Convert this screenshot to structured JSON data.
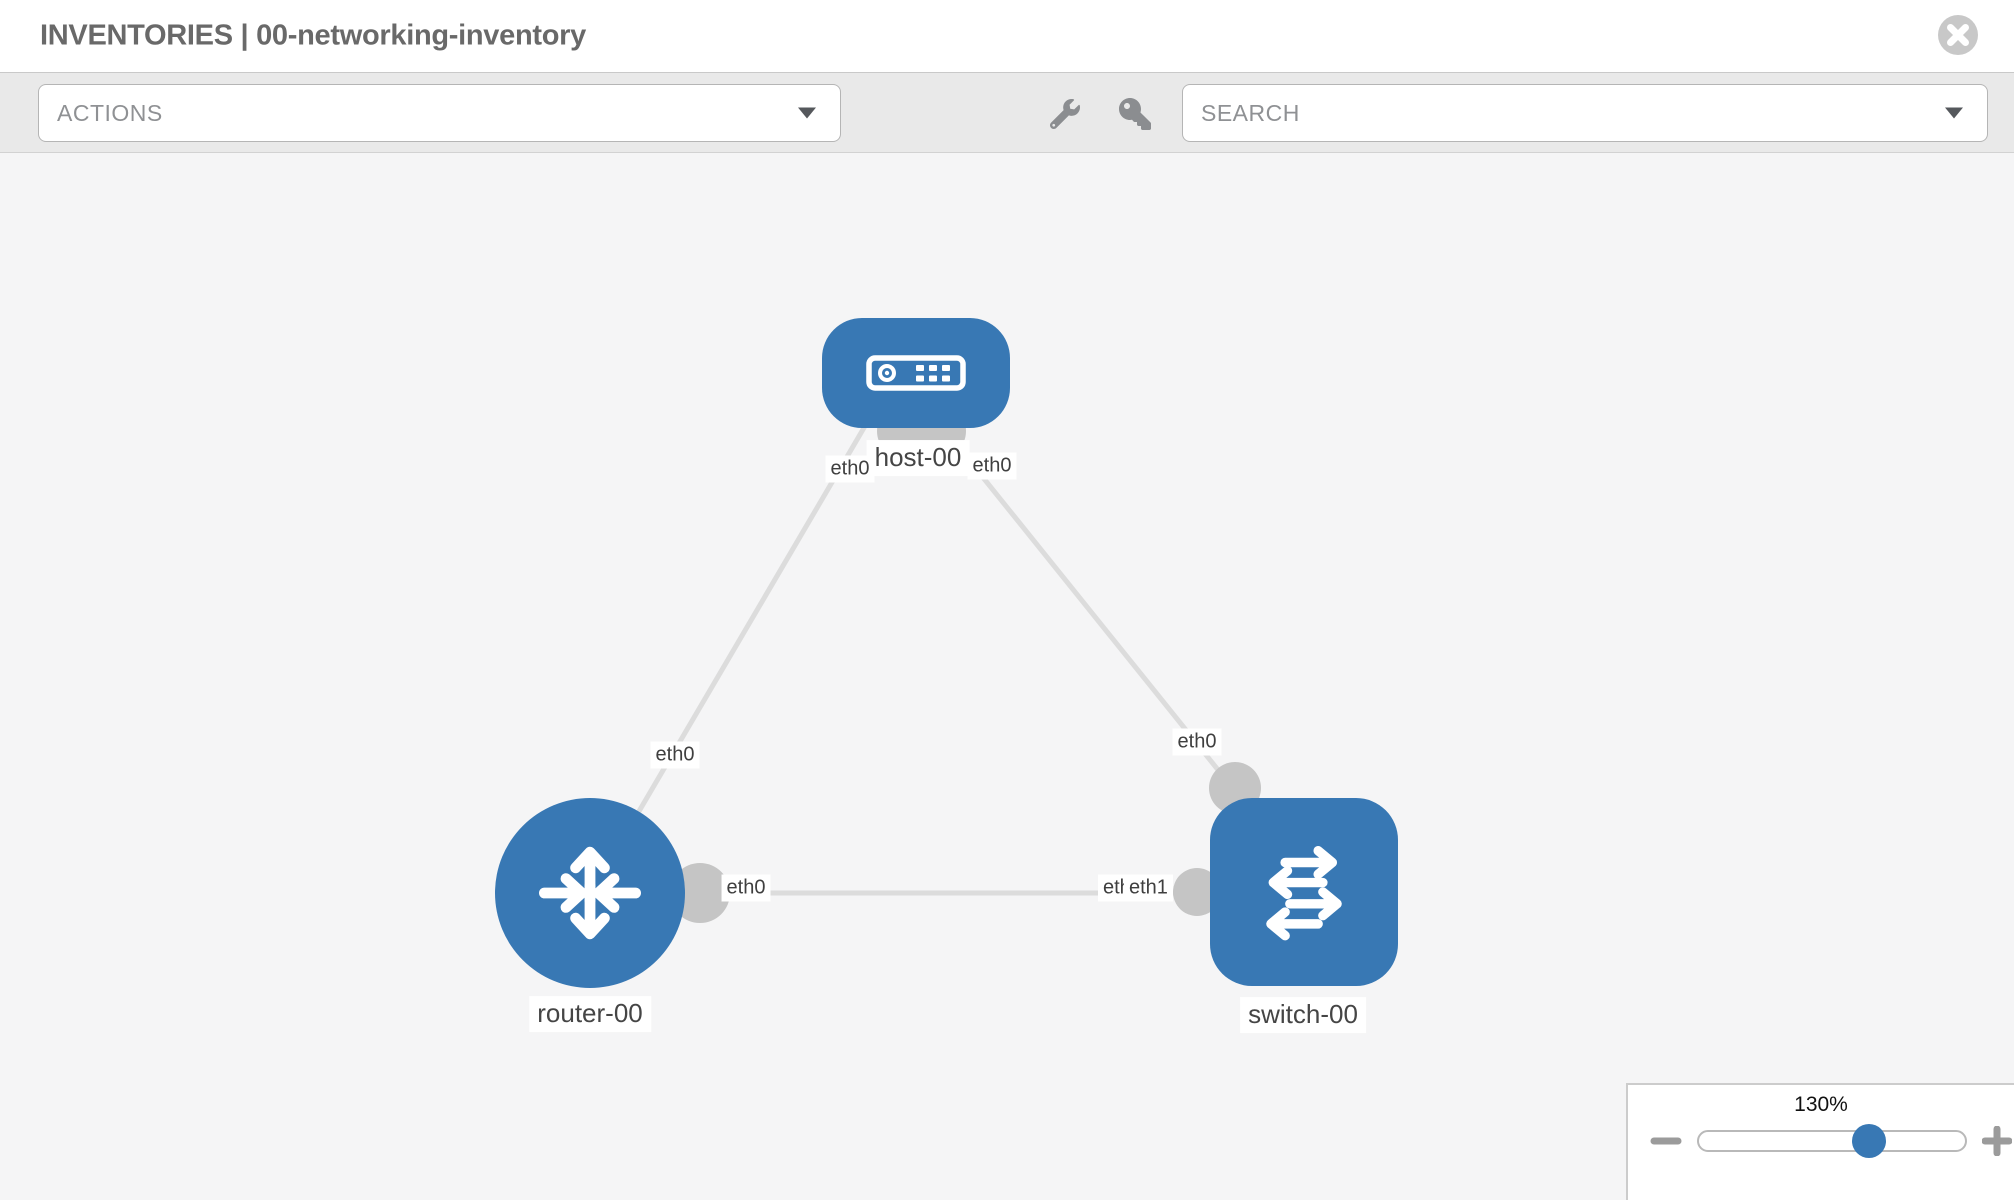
{
  "header": {
    "title": "INVENTORIES | 00-networking-inventory"
  },
  "toolbar": {
    "actions_label": "ACTIONS",
    "search_label": "SEARCH"
  },
  "icons": {
    "close": "circle-x",
    "tools": [
      "wrench",
      "key"
    ],
    "dropdown_caret": "chevron-down",
    "zoom_out": "minus",
    "zoom_in": "plus"
  },
  "topology": {
    "nodes": [
      {
        "id": "host-00",
        "label": "host-00",
        "type": "host",
        "shape": "rounded-rect"
      },
      {
        "id": "router-00",
        "label": "router-00",
        "type": "router",
        "shape": "circle"
      },
      {
        "id": "switch-00",
        "label": "switch-00",
        "type": "switch",
        "shape": "rounded-square"
      }
    ],
    "links": [
      {
        "source": "host-00",
        "source_interface": "eth0",
        "target": "router-00",
        "target_interface": "eth0"
      },
      {
        "source": "host-00",
        "source_interface": "eth0",
        "target": "switch-00",
        "target_interface": "eth0"
      },
      {
        "source": "router-00",
        "source_interface": "eth0",
        "target": "switch-00",
        "target_interface": "eth1"
      }
    ],
    "labels": {
      "host": "host-00",
      "router": "router-00",
      "switch": "switch-00",
      "host_iface_left": "eth0",
      "host_iface_right": "eth0",
      "router_iface_host_link": "eth0",
      "switch_iface_host_link": "eth0",
      "router_iface_switch_link": "eth0",
      "switch_iface_back": "eth0",
      "switch_iface_front": "eth1"
    }
  },
  "zoom_control": {
    "level_label": "130%",
    "slider_position_pct": 64
  },
  "colors": {
    "node_blue": "#3878b4",
    "link_gray": "#dcdcdc",
    "dot_gray": "#c5c5c5"
  }
}
